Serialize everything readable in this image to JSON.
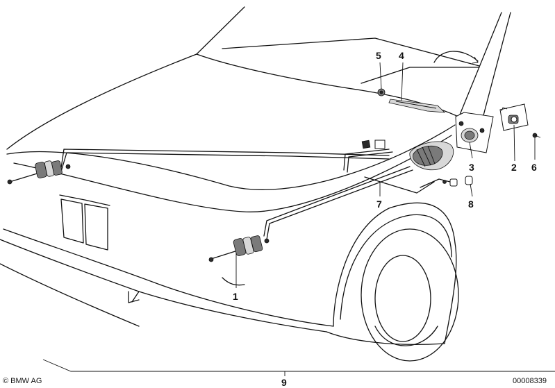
{
  "callouts": {
    "c1": "1",
    "c2": "2",
    "c3": "3",
    "c4": "4",
    "c5": "5",
    "c6": "6",
    "c7": "7",
    "c8": "8",
    "c9": "9"
  },
  "footer": {
    "copyright": "© BMW AG",
    "drawing_number": "00008339"
  }
}
